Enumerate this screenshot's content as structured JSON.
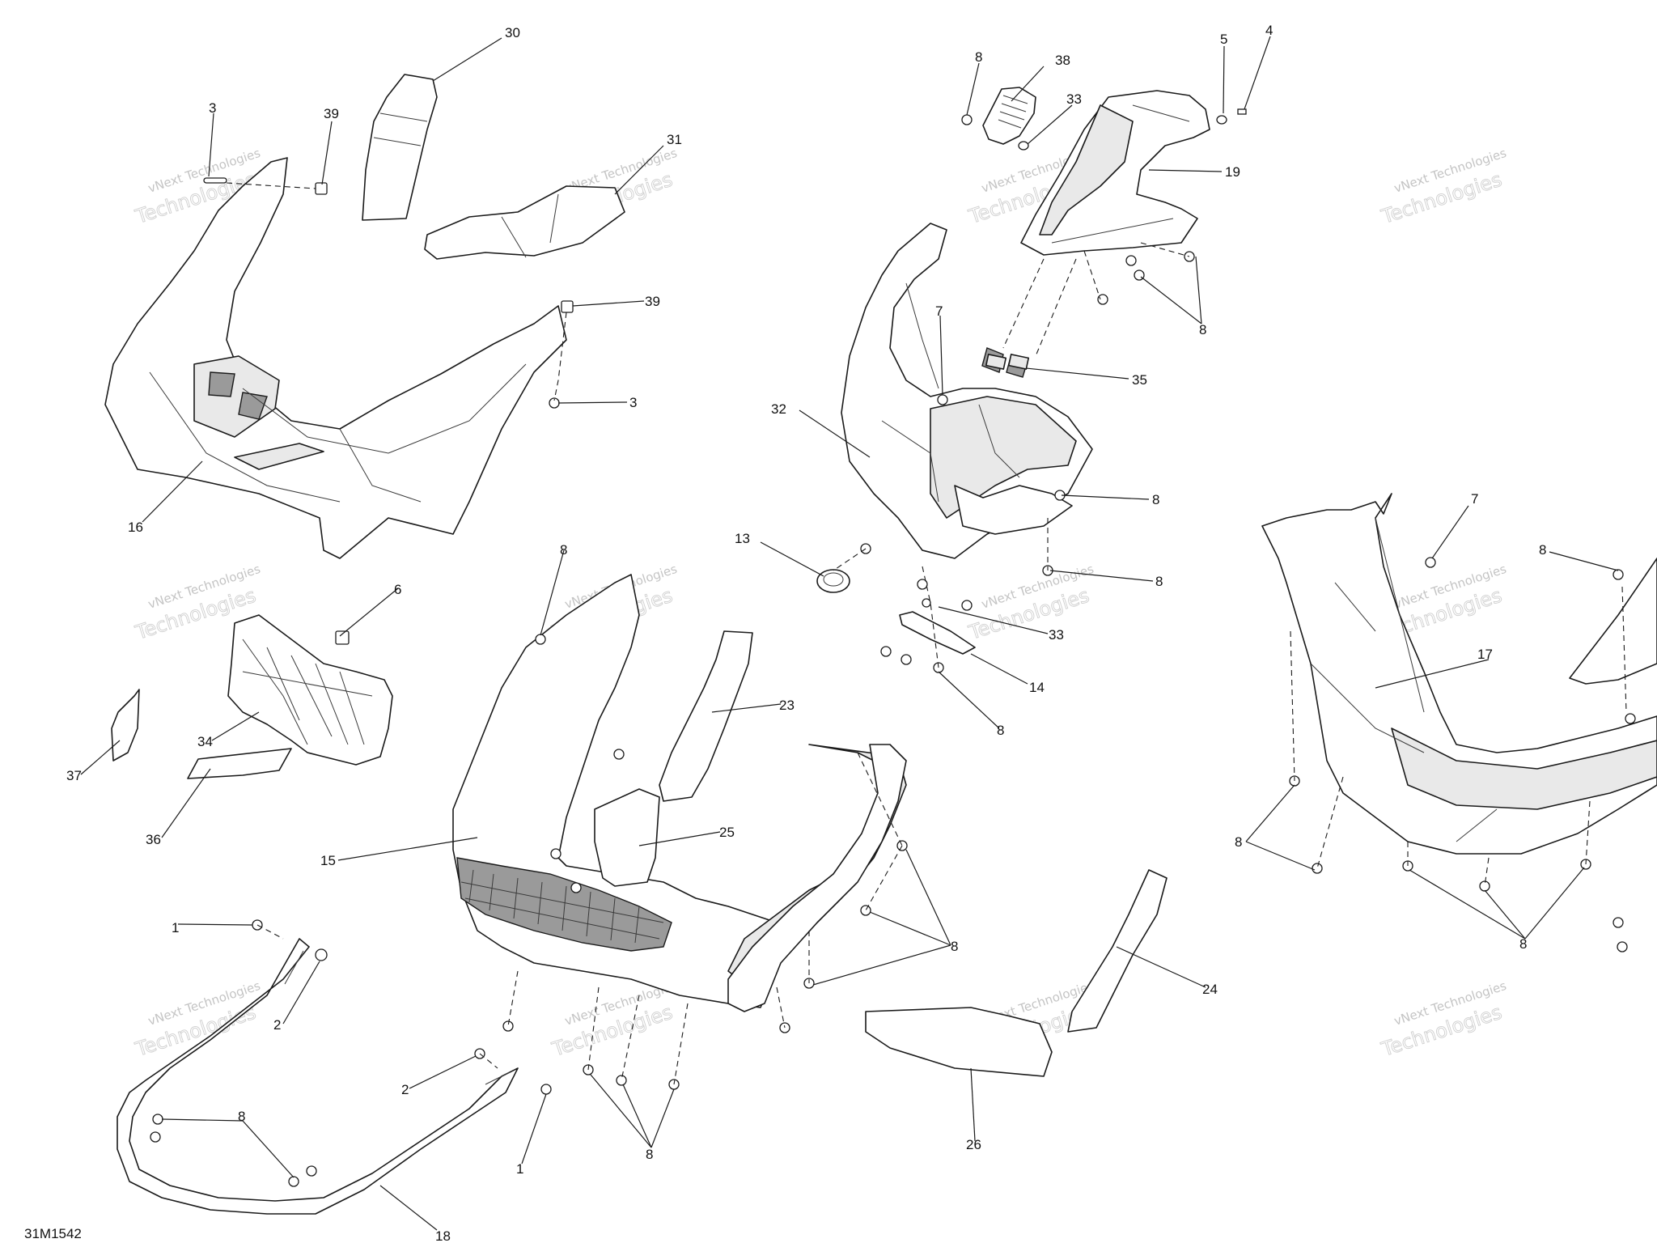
{
  "drawing_id": "31M1542",
  "watermark": {
    "line1": "vNext Technologies",
    "line2": "Technologies"
  },
  "callouts": [
    "30",
    "3",
    "39",
    "31",
    "39",
    "3",
    "16",
    "8",
    "38",
    "33",
    "5",
    "4",
    "19",
    "8",
    "7",
    "35",
    "32",
    "8",
    "8",
    "13",
    "33",
    "14",
    "8",
    "6",
    "34",
    "37",
    "36",
    "8",
    "23",
    "25",
    "15",
    "8",
    "7",
    "8",
    "17",
    "8",
    "8",
    "1",
    "2",
    "2",
    "1",
    "8",
    "8",
    "18",
    "24",
    "26"
  ]
}
